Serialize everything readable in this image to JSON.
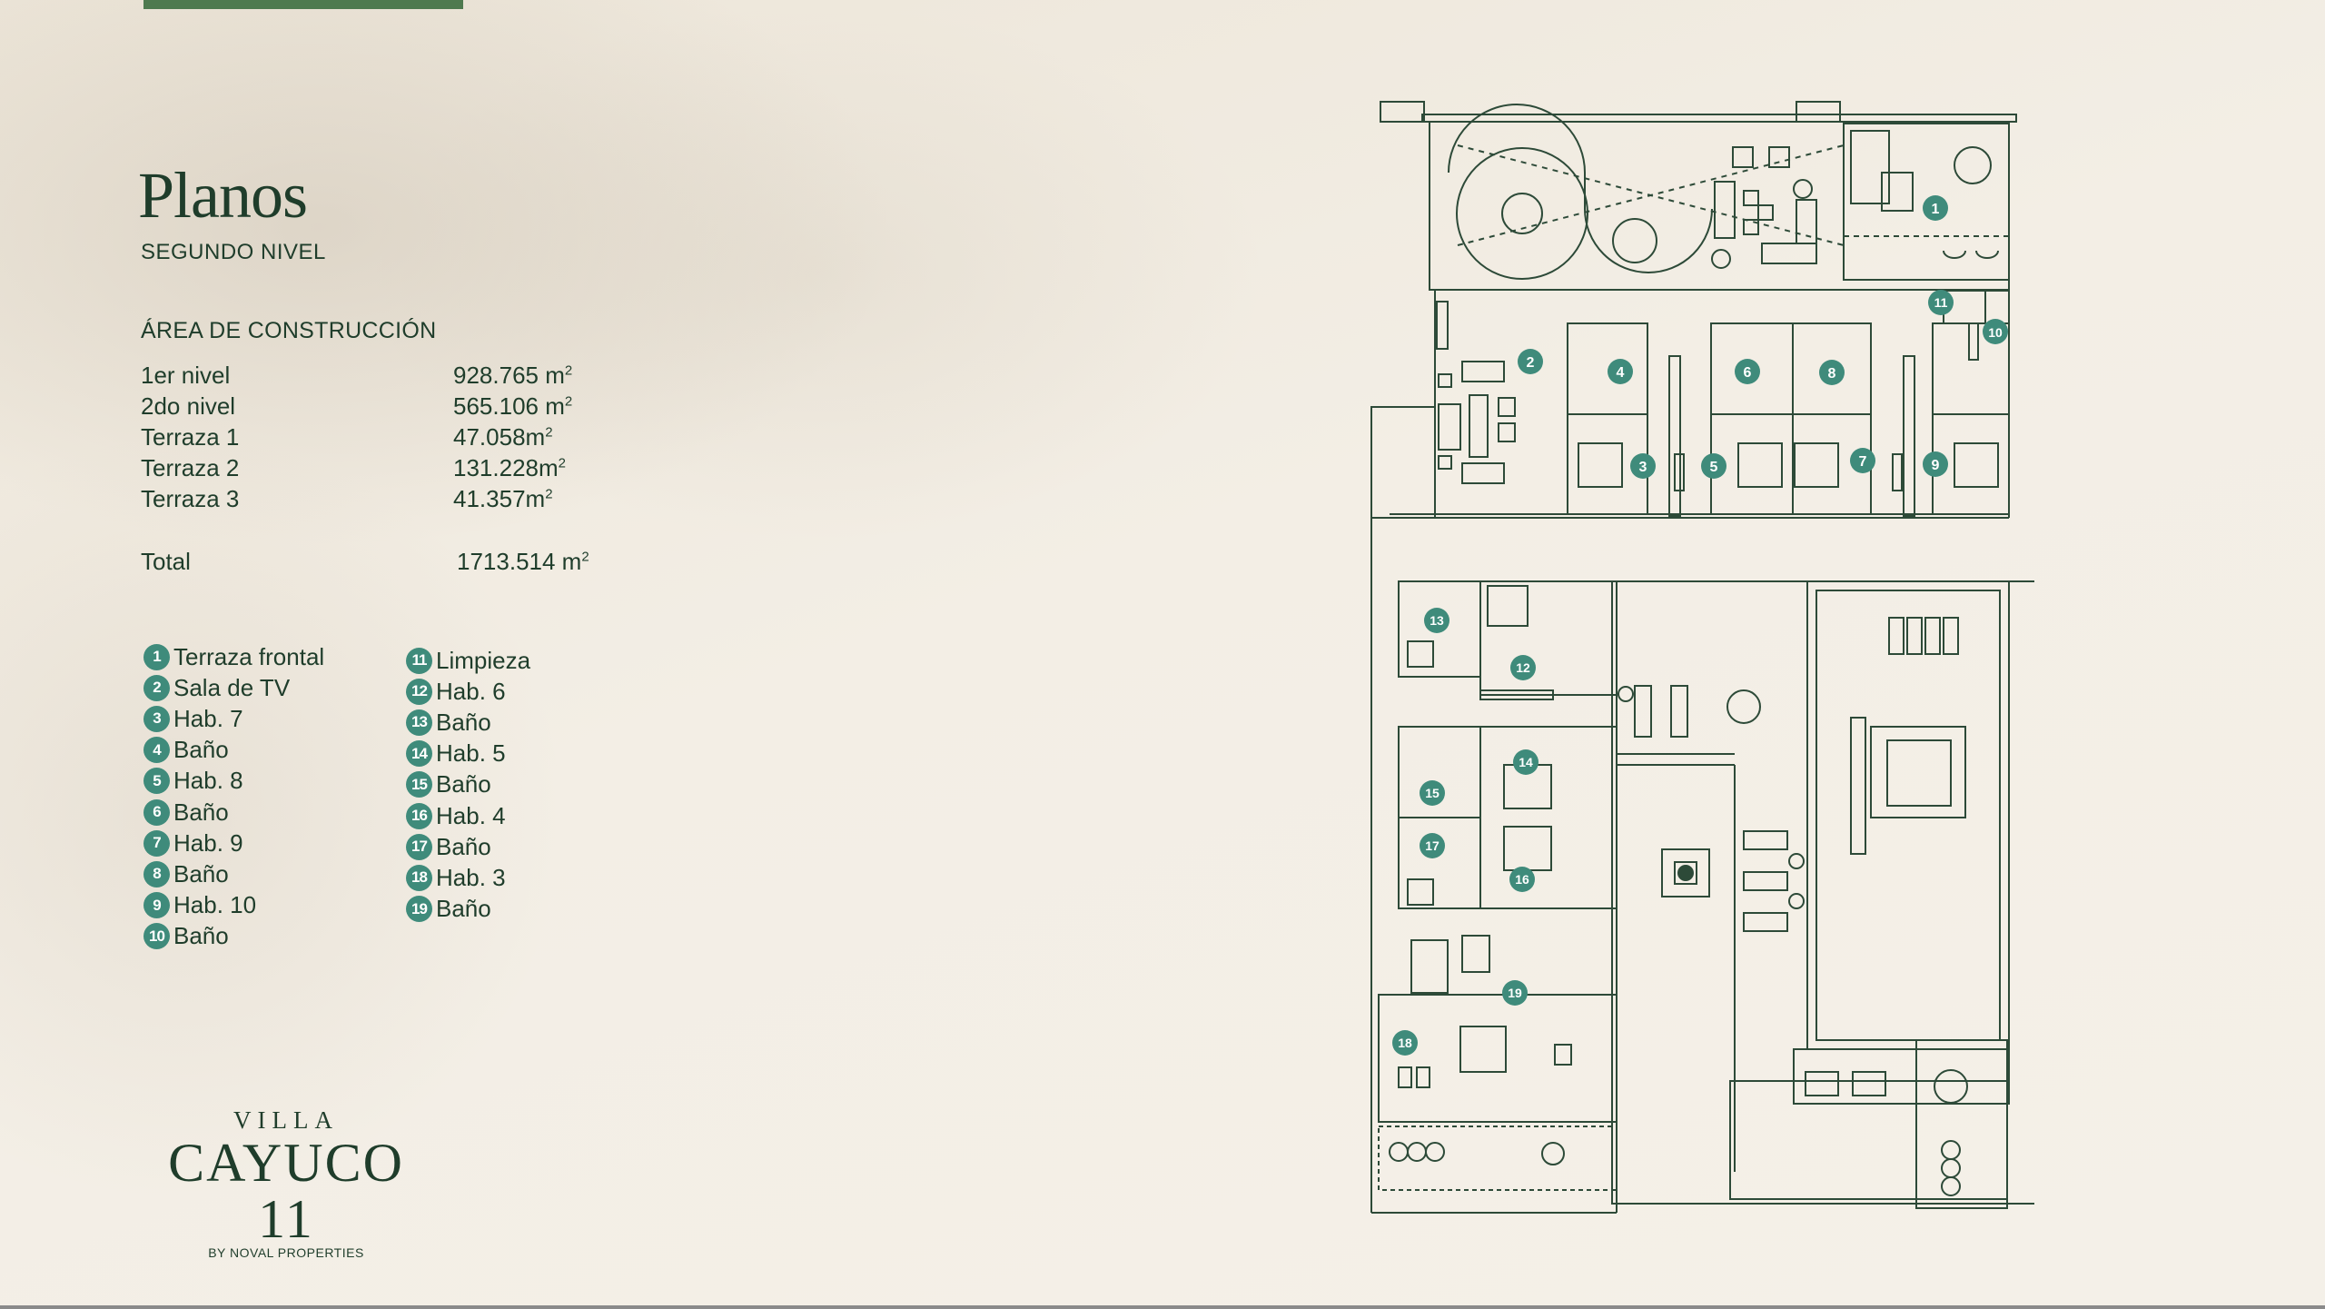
{
  "header": {
    "title": "Planos",
    "subtitle": "SEGUNDO NIVEL"
  },
  "area": {
    "heading": "ÁREA DE CONSTRUCCIÓN",
    "rows": [
      {
        "label": "1er nivel",
        "value": "928.765 m",
        "sup": "2"
      },
      {
        "label": "2do nivel",
        "value": "565.106 m",
        "sup": "2"
      },
      {
        "label": "Terraza 1",
        "value": "47.058m",
        "sup": "2"
      },
      {
        "label": "Terraza 2",
        "value": "131.228m",
        "sup": "2"
      },
      {
        "label": "Terraza 3",
        "value": "41.357m",
        "sup": "2"
      }
    ],
    "total_label": "Total",
    "total_value": "1713.514 m",
    "total_sup": "2"
  },
  "legend": {
    "left": [
      {
        "n": "1",
        "label": "Terraza frontal"
      },
      {
        "n": "2",
        "label": "Sala de TV"
      },
      {
        "n": "3",
        "label": "Hab. 7"
      },
      {
        "n": "4",
        "label": "Baño"
      },
      {
        "n": "5",
        "label": "Hab. 8"
      },
      {
        "n": "6",
        "label": "Baño"
      },
      {
        "n": "7",
        "label": "Hab. 9"
      },
      {
        "n": "8",
        "label": "Baño"
      },
      {
        "n": "9",
        "label": "Hab. 10"
      },
      {
        "n": "10",
        "label": "Baño"
      }
    ],
    "right": [
      {
        "n": "11",
        "label": "Limpieza"
      },
      {
        "n": "12",
        "label": "Hab. 6"
      },
      {
        "n": "13",
        "label": "Baño"
      },
      {
        "n": "14",
        "label": "Hab. 5"
      },
      {
        "n": "15",
        "label": "Baño"
      },
      {
        "n": "16",
        "label": "Hab. 4"
      },
      {
        "n": "17",
        "label": "Baño"
      },
      {
        "n": "18",
        "label": "Hab. 3"
      },
      {
        "n": "19",
        "label": "Baño"
      }
    ]
  },
  "logo": {
    "top": "VILLA",
    "main": "CAYUCO 11",
    "sub": "BY NOVAL PROPERTIES"
  },
  "plan": {
    "markers": [
      "1",
      "2",
      "3",
      "4",
      "5",
      "6",
      "7",
      "8",
      "9",
      "10",
      "11",
      "12",
      "13",
      "14",
      "15",
      "16",
      "17",
      "18",
      "19"
    ]
  },
  "colors": {
    "ink": "#1f3d2b",
    "badge": "#3f8b7b",
    "accent_bar": "#4e7a4f",
    "background": "#f2ede4"
  }
}
